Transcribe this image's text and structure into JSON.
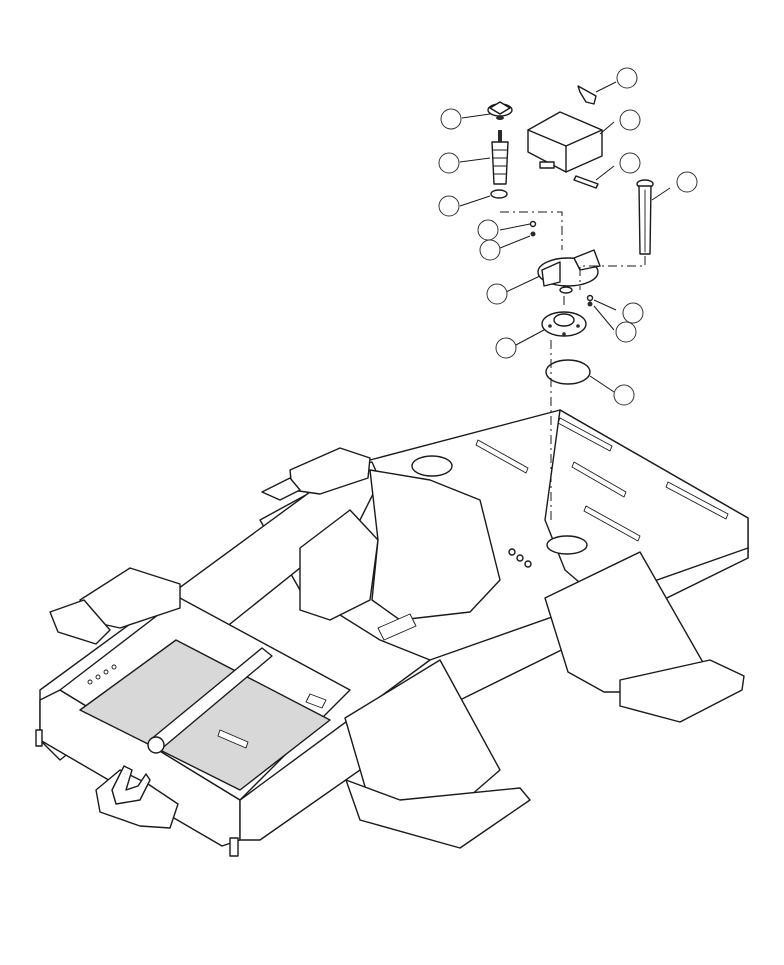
{
  "diagram": {
    "callouts": [
      {
        "id": "c1"
      },
      {
        "id": "c2"
      },
      {
        "id": "c3"
      },
      {
        "id": "c4"
      },
      {
        "id": "c5"
      },
      {
        "id": "c6"
      },
      {
        "id": "c7"
      },
      {
        "id": "c8"
      },
      {
        "id": "c9"
      },
      {
        "id": "c10"
      },
      {
        "id": "c11"
      },
      {
        "id": "c12"
      },
      {
        "id": "c13"
      },
      {
        "id": "c14"
      },
      {
        "id": "c15"
      }
    ]
  }
}
